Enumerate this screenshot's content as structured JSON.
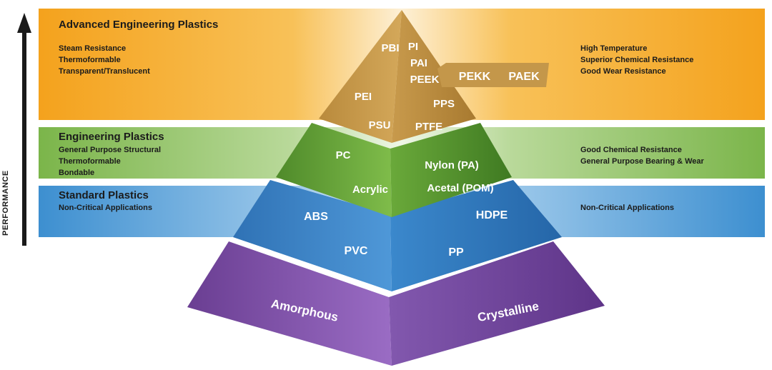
{
  "axis_label": "PERFORMANCE",
  "left_panel": {
    "advanced": {
      "title": "Advanced Engineering Plastics",
      "points": [
        "Steam Resistance",
        "Thermoformable",
        "Transparent/Translucent"
      ]
    },
    "engineering": {
      "title": "Engineering Plastics",
      "points": [
        "General Purpose Structural",
        "Thermoformable",
        "Bondable"
      ]
    },
    "standard": {
      "title": "Standard Plastics",
      "points": [
        "Non-Critical Applications"
      ]
    }
  },
  "right_panel": {
    "advanced": [
      "High Temperature",
      "Superior Chemical Resistance",
      "Good Wear Resistance"
    ],
    "engineering": [
      "Good Chemical Resistance",
      "General Purpose Bearing & Wear"
    ],
    "standard": [
      "Non-Critical Applications"
    ]
  },
  "pyramid": {
    "advanced_left": [
      "PBI",
      "PEI",
      "PSU"
    ],
    "advanced_right": [
      "PI",
      "PAI",
      "PEEK",
      "PPS",
      "PTFE"
    ],
    "advanced_extension": [
      "PEKK",
      "PAEK"
    ],
    "engineering_left": [
      "PC",
      "Acrylic"
    ],
    "engineering_right": [
      "Nylon (PA)",
      "Acetal (POM)"
    ],
    "standard_left": [
      "ABS",
      "PVC"
    ],
    "standard_right": [
      "HDPE",
      "PP"
    ],
    "base_left": "Amorphous",
    "base_right": "Crystalline"
  },
  "colors": {
    "advanced": "#f4a21d",
    "engineering": "#7bb54a",
    "standard": "#3d8fd0",
    "base": "#7a4aa0",
    "gold_tier": "#c99a45"
  }
}
